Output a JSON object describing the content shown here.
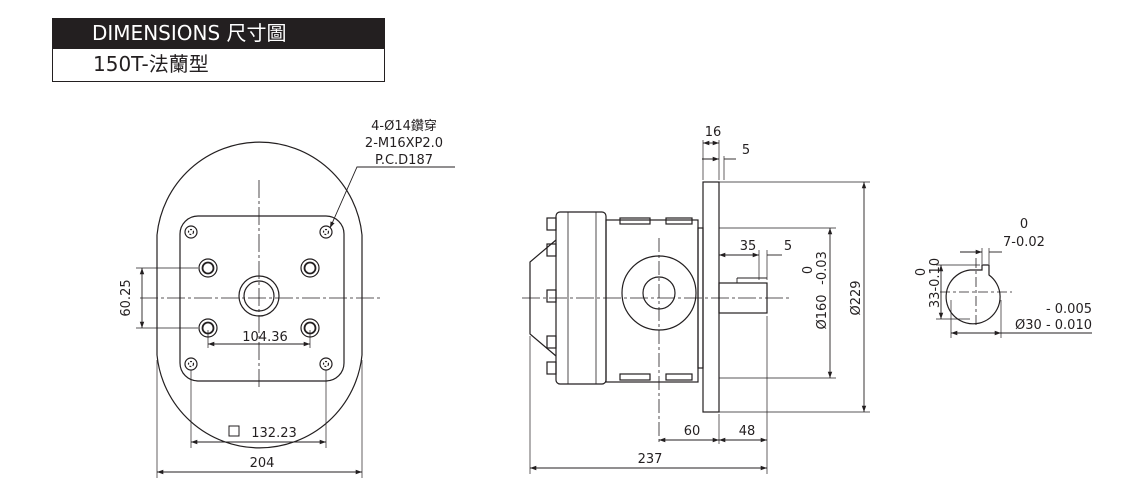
{
  "header": {
    "title": "DIMENSIONS  尺寸圖",
    "subtitle": "150T-法蘭型"
  },
  "front_view": {
    "hole_note": [
      "4-Ø14鑽穿",
      "2-M16XP2.0",
      "P.C.D187"
    ],
    "dim_60_25": "60.25",
    "dim_104_36": "104.36",
    "dim_132_23": "132.23",
    "dim_204": "204"
  },
  "side_view": {
    "dim_16": "16",
    "dim_5_top": "5",
    "dim_35": "35",
    "dim_5_shaft": "5",
    "dim_160_tol_upper": "0",
    "dim_160_tol_lower": "-0.03",
    "dim_160": "Ø160",
    "dim_229": "Ø229",
    "dim_60": "60",
    "dim_48": "48",
    "dim_237": "237"
  },
  "shaft_view": {
    "dim_7_tol_upper": "0",
    "dim_7": "7-0.02",
    "dim_33_tol_upper": "0",
    "dim_33": "33-0.10",
    "dim_30_tol_upper": "- 0.005",
    "dim_30": "Ø30 - 0.010"
  },
  "colors": {
    "ink": "#231f20",
    "background": "#ffffff"
  }
}
